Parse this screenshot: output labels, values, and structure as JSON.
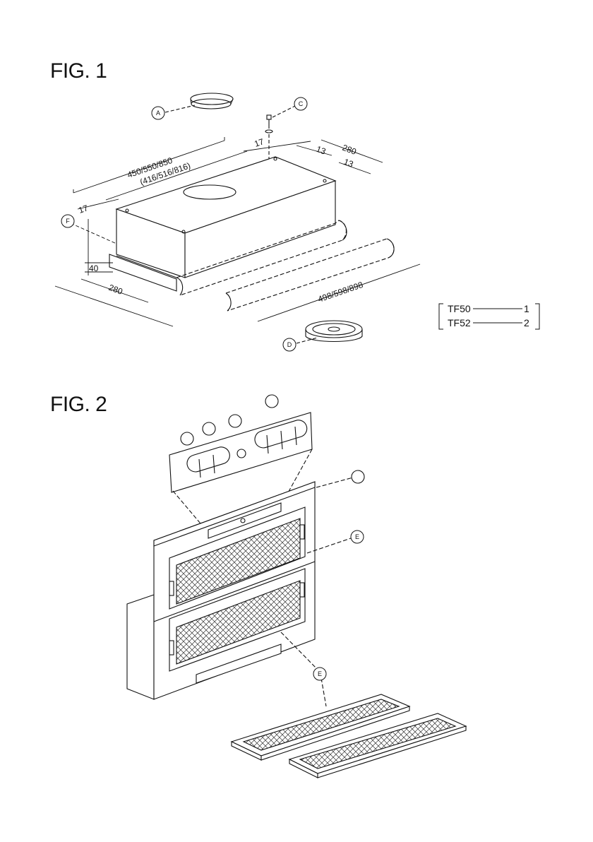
{
  "figures": {
    "fig1": {
      "title": "FIG. 1"
    },
    "fig2": {
      "title": "FIG. 2"
    }
  },
  "callouts": {
    "a": "A",
    "c": "C",
    "d": "D",
    "e": "E",
    "f": "F"
  },
  "dimensions": {
    "length_outer": "450/550/850",
    "length_inner": "(416/516/816)",
    "width_top": "280",
    "width_bottom": "280",
    "front_length": "498/598/898",
    "offset_17_top": "17",
    "offset_17_left": "17",
    "offset_13_a": "13",
    "offset_13_b": "13",
    "height_40": "40"
  },
  "models": [
    {
      "model": "TF50",
      "num": "1"
    },
    {
      "model": "TF52",
      "num": "2"
    }
  ]
}
